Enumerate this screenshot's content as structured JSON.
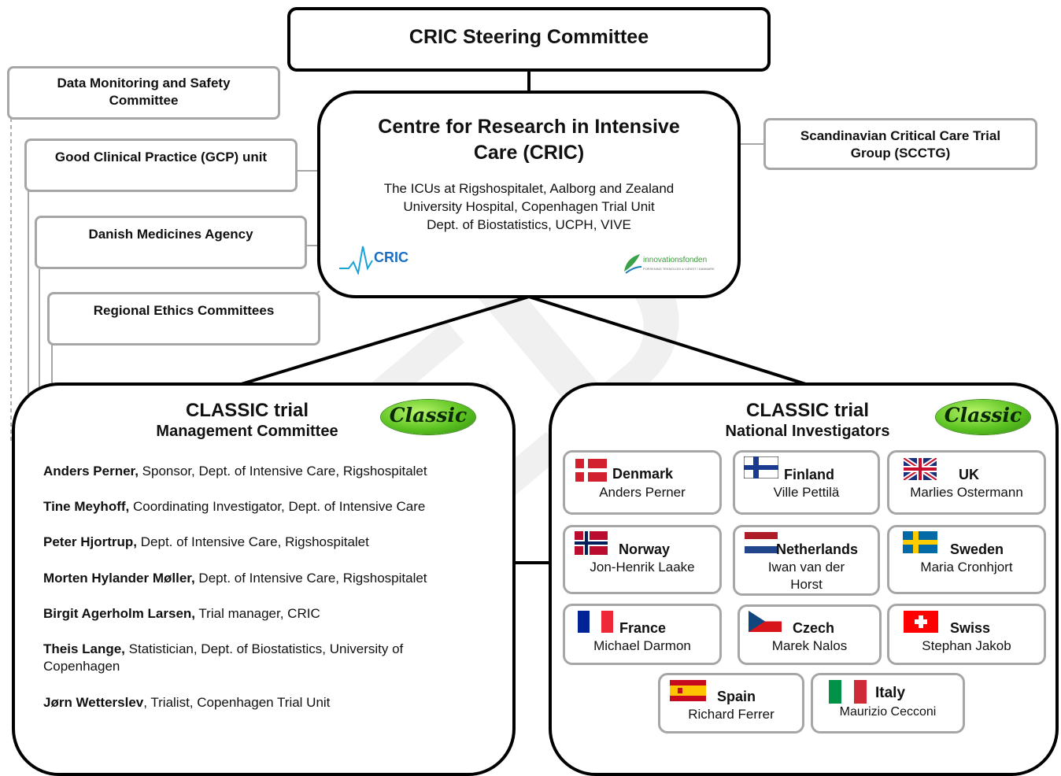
{
  "steering": "CRIC Steering Committee",
  "dmsc": "Data Monitoring and Safety Committee",
  "gcp": "Good Clinical Practice (GCP) unit",
  "dma": "Danish Medicines Agency",
  "rec": "Regional Ethics Committees",
  "scctg": "Scandinavian Critical Care Trial Group (SCCTG)",
  "cric": {
    "title": "Centre for Research in Intensive Care (CRIC)",
    "sub": [
      "The ICUs at Rigshospitalet, Aalborg and Zealand",
      "University Hospital, Copenhagen Trial Unit",
      "Dept. of Biostatistics, UCPH,  VIVE"
    ],
    "logo_left": "CRIC",
    "logo_right": "innovationsfonden",
    "logo_right_sub": "FORSKNING TEKNOLOGI & VÆKST I DANMARK"
  },
  "watermark": "ED",
  "management": {
    "title": "CLASSIC  trial",
    "sub": "Management Committee",
    "logo": "Classic",
    "members": [
      {
        "name": "Anders Perner,",
        "role": " Sponsor, Dept. of Intensive Care, Rigshospitalet"
      },
      {
        "name": "Tine Meyhoff,",
        "role": " Coordinating Investigator, Dept. of Intensive Care"
      },
      {
        "name": "Peter Hjortrup,",
        "role": " Dept. of Intensive Care, Rigshospitalet"
      },
      {
        "name": "Morten Hylander Møller,",
        "role": " Dept. of Intensive Care, Rigshospitalet"
      },
      {
        "name": "Birgit Agerholm Larsen,",
        "role": " Trial manager,  CRIC"
      },
      {
        "name": "Theis Lange,",
        "role": " Statistician, Dept. of Biostatistics, University of Copenhagen"
      },
      {
        "name": "Jørn Wetterslev",
        "role": ", Trialist, Copenhagen Trial Unit"
      }
    ]
  },
  "national": {
    "title": "CLASSIC  trial",
    "sub": "National Investigators",
    "logo": "Classic",
    "countries": [
      {
        "name": "Denmark",
        "person": "Anders Perner",
        "flag": "denmark-flag"
      },
      {
        "name": "Finland",
        "person": "Ville Pettilä",
        "flag": "finland-flag"
      },
      {
        "name": "UK",
        "person": "Marlies Ostermann",
        "flag": "uk-flag"
      },
      {
        "name": "Norway",
        "person": "Jon-Henrik Laake",
        "flag": "norway-flag"
      },
      {
        "name": "Netherlands",
        "person": "Iwan van der Horst",
        "flag": "netherlands-flag"
      },
      {
        "name": "Sweden",
        "person": "Maria Cronhjort",
        "flag": "sweden-flag"
      },
      {
        "name": "France",
        "person": "Michael Darmon",
        "flag": "france-flag"
      },
      {
        "name": "Czech",
        "person": "Marek Nalos",
        "flag": "czech-flag"
      },
      {
        "name": "Swiss",
        "person": "Stephan Jakob",
        "flag": "swiss-flag"
      },
      {
        "name": "Spain",
        "person": "Richard Ferrer",
        "flag": "spain-flag"
      },
      {
        "name": "Italy",
        "person": "Maurizio Cecconi",
        "flag": "italy-flag"
      }
    ]
  }
}
